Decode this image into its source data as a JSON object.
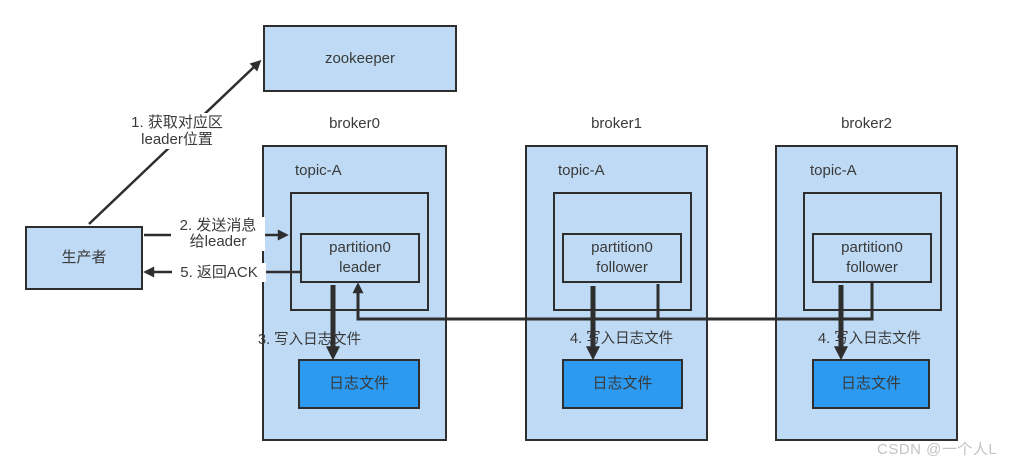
{
  "colors": {
    "box_fill": "#bedaf4",
    "log_fill": "#2b9af0",
    "border": "#2e2e2e",
    "text": "#3a3a3a",
    "watermark": "#c3c3c3",
    "page_bg": "#ffffff"
  },
  "nodes": {
    "zookeeper": "zookeeper",
    "producer": "生产者"
  },
  "brokers": [
    {
      "name": "broker0",
      "topic": "topic-A",
      "partition": "partition0\nleader",
      "log": "日志文件",
      "write_label": "3. 写入日志文件"
    },
    {
      "name": "broker1",
      "topic": "topic-A",
      "partition": "partition0\nfollower",
      "log": "日志文件",
      "write_label": "4. 写入日志文件"
    },
    {
      "name": "broker2",
      "topic": "topic-A",
      "partition": "partition0\nfollower",
      "log": "日志文件",
      "write_label": "4. 写入日志文件"
    }
  ],
  "edge_labels": {
    "step1": "1. 获取对应区\nleader位置",
    "step2": "2. 发送消息\n给leader",
    "step5": "5. 返回ACK"
  },
  "watermark": "CSDN @一个人L"
}
